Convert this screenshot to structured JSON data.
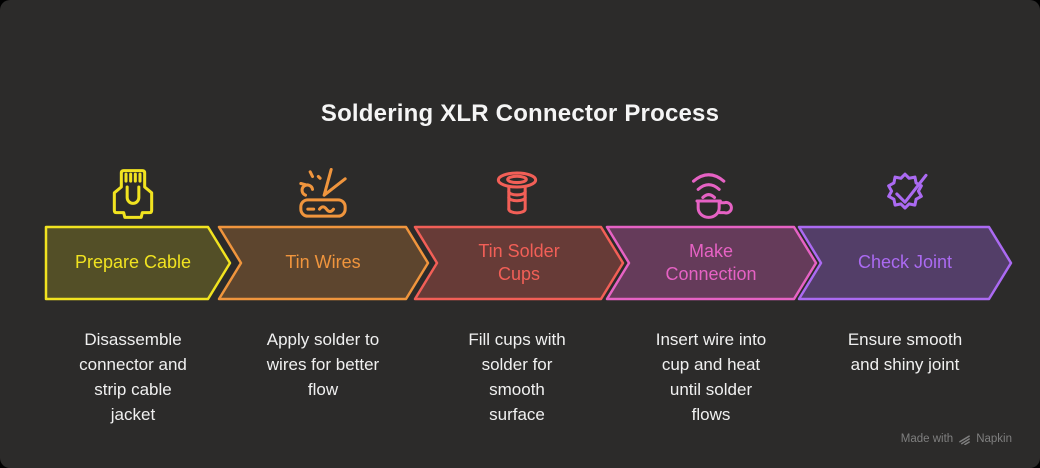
{
  "title": "Soldering XLR Connector Process",
  "background_color": "#2c2b2a",
  "steps": [
    {
      "label": "Prepare Cable",
      "description": "Disassemble\nconnector and\nstrip cable\njacket",
      "icon": "cable-connector-icon",
      "color": "#f1e320",
      "fill": "rgba(241,227,32,0.20)"
    },
    {
      "label": "Tin Wires",
      "description": "Apply solder to\nwires for better\nflow",
      "icon": "soldering-iron-icon",
      "color": "#f0953d",
      "fill": "rgba(240,149,61,0.25)"
    },
    {
      "label": "Tin Solder\nCups",
      "description": "Fill cups with\nsolder for\nsmooth\nsurface",
      "icon": "solder-cup-icon",
      "color": "#f25f57",
      "fill": "rgba(242,95,87,0.30)"
    },
    {
      "label": "Make\nConnection",
      "description": "Insert wire into\ncup and heat\nuntil solder\nflows",
      "icon": "heated-cup-icon",
      "color": "#e662c4",
      "fill": "rgba(230,98,196,0.31)"
    },
    {
      "label": "Check Joint",
      "description": "Ensure smooth\nand shiny joint",
      "icon": "check-badge-icon",
      "color": "#ab6af2",
      "fill": "rgba(171,106,242,0.31)"
    }
  ],
  "watermark": {
    "prefix": "Made with",
    "brand": "Napkin",
    "color": "#7f7f7f"
  }
}
